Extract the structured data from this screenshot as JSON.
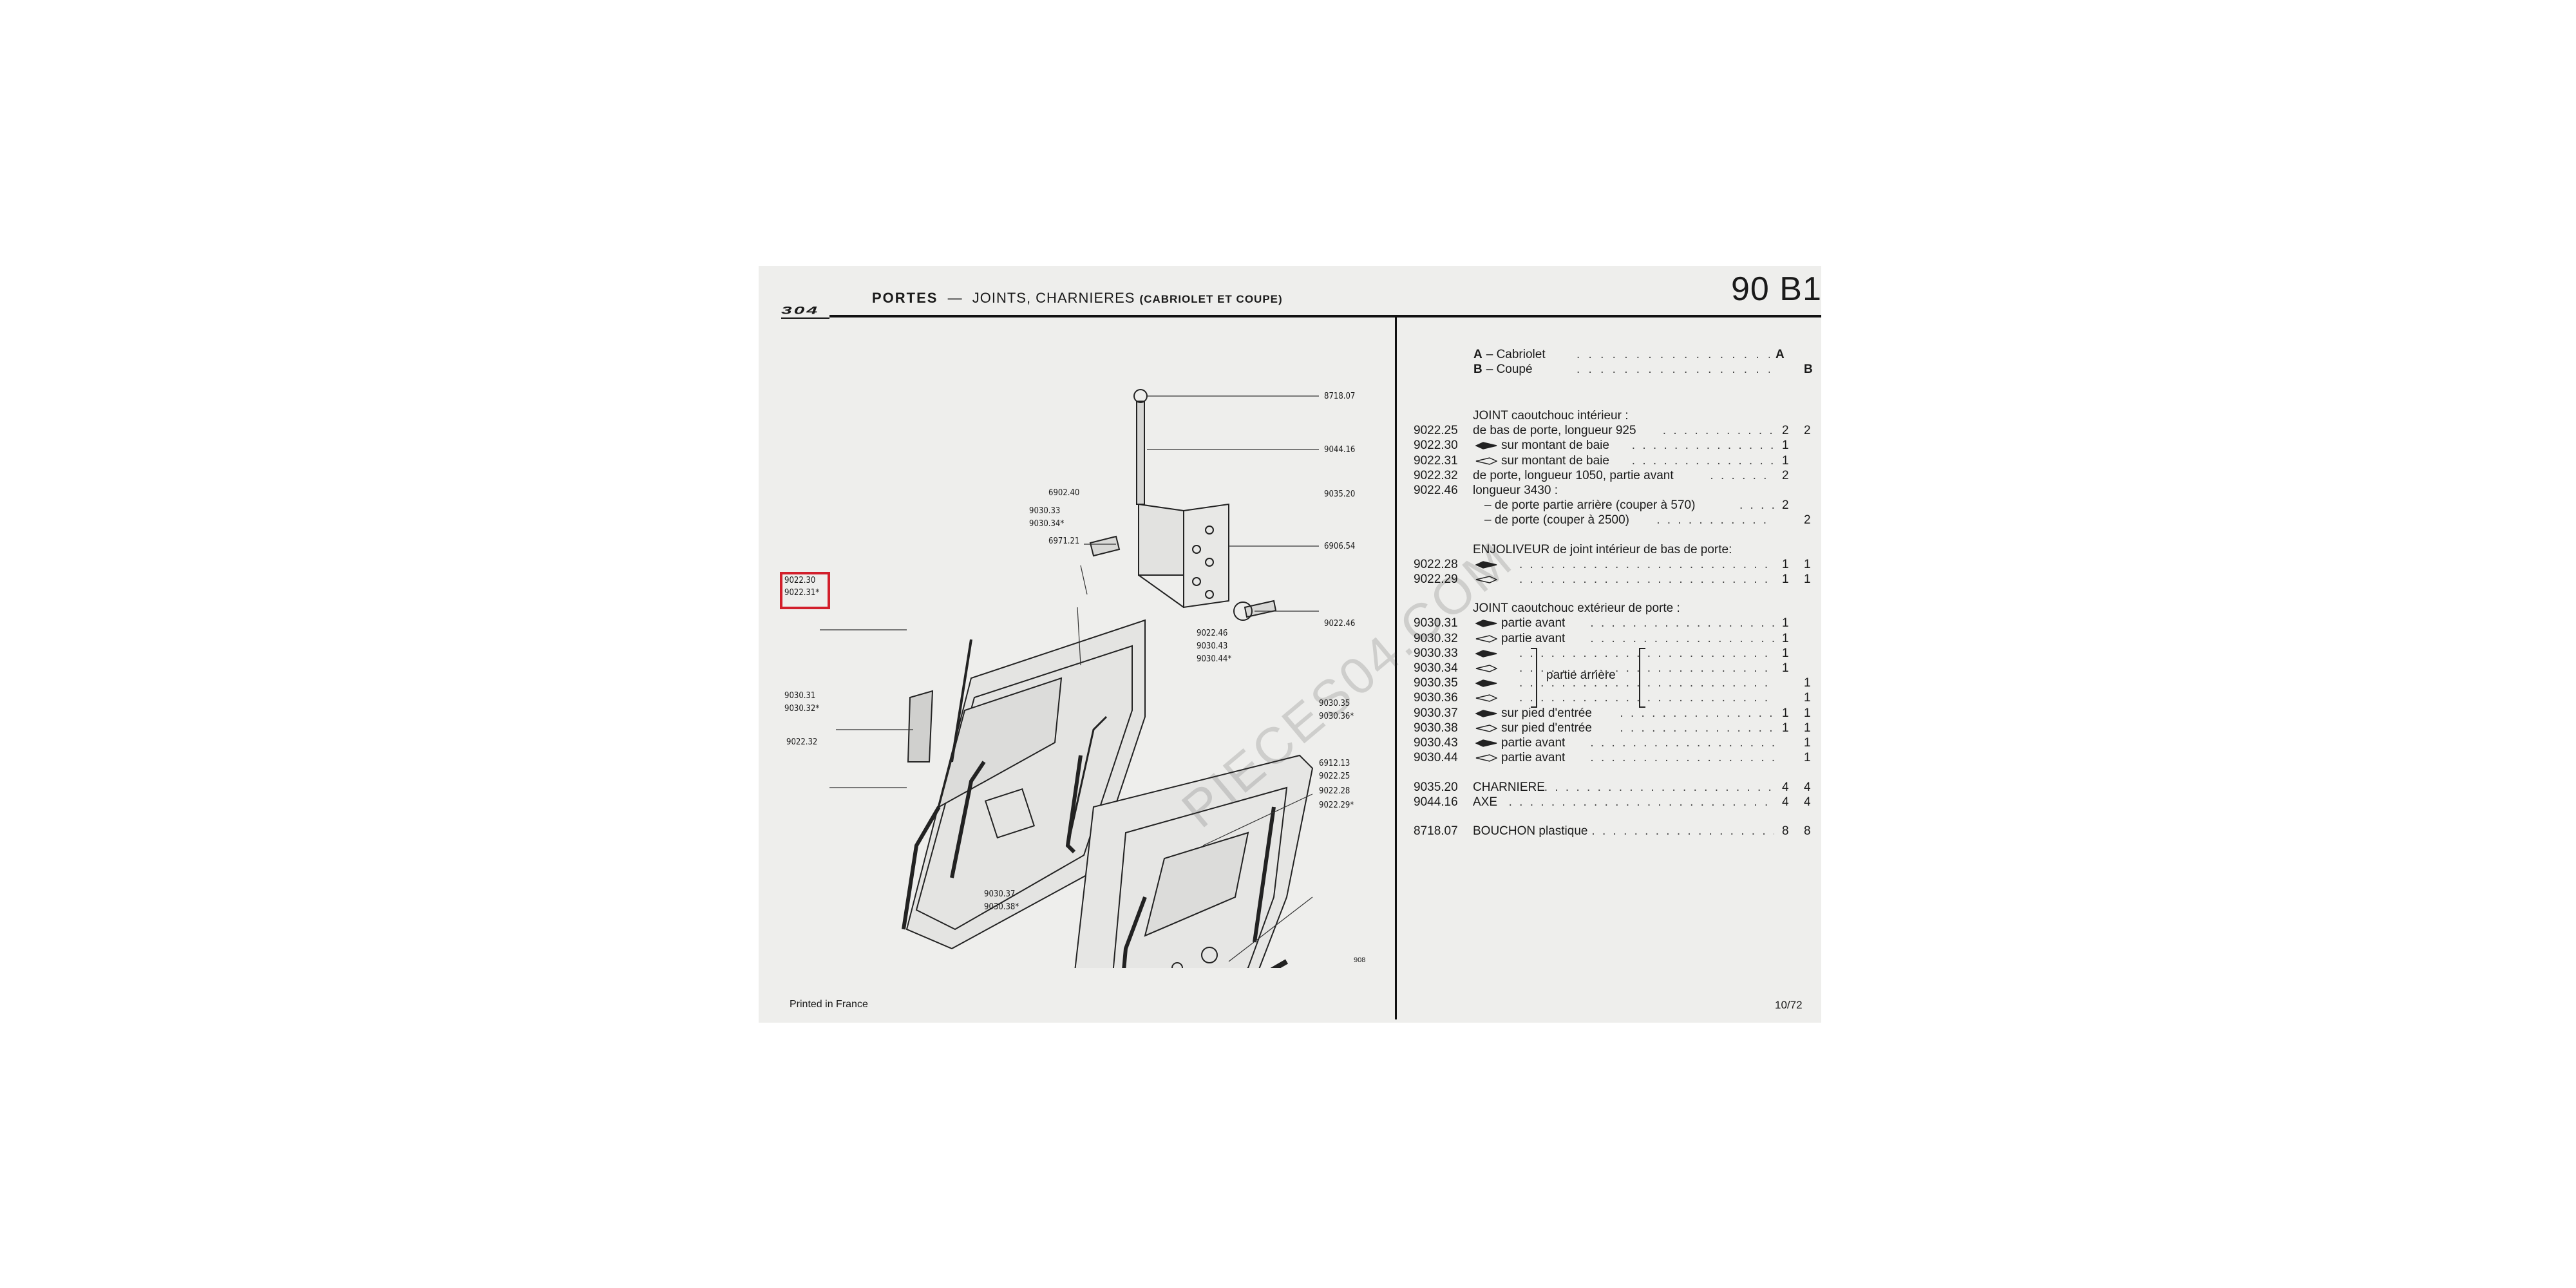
{
  "header": {
    "title_main": "PORTES",
    "title_sep": "—",
    "title_sub": "JOINTS, CHARNIERES",
    "title_paren": "(CABRIOLET ET COUPE)",
    "page_code": "90 B1",
    "model": "304"
  },
  "legend": [
    {
      "letter": "A",
      "text": "– Cabriolet",
      "mark": "A"
    },
    {
      "letter": "B",
      "text": "– Coupé",
      "mark": "B"
    }
  ],
  "groups": [
    {
      "heading": "JOINT caoutchouc intérieur :",
      "rows": [
        {
          "ref": "9022.25",
          "label": "de bas de porte, longueur 925",
          "qa": "2",
          "qb": "2"
        },
        {
          "ref": "9022.30",
          "label": "sur montant de baie",
          "arrow": "left",
          "qa": "1",
          "qb": ""
        },
        {
          "ref": "9022.31",
          "label": "sur montant de baie",
          "arrow": "right",
          "qa": "1",
          "qb": ""
        },
        {
          "ref": "9022.32",
          "label": "de porte, longueur 1050, partie avant",
          "qa": "2",
          "qb": ""
        },
        {
          "ref": "9022.46",
          "label": "longueur 3430 :",
          "qa": "",
          "qb": "",
          "nodots": true
        },
        {
          "ref": "",
          "label": "– de porte partie arrière (couper à 570)",
          "qa": "2",
          "qb": ""
        },
        {
          "ref": "",
          "label": "– de porte (couper à 2500)",
          "qa": "",
          "qb": "2"
        }
      ]
    },
    {
      "heading": "ENJOLIVEUR de joint intérieur de bas de porte:",
      "rows": [
        {
          "ref": "9022.28",
          "label": "",
          "arrow": "left",
          "qa": "1",
          "qb": "1"
        },
        {
          "ref": "9022.29",
          "label": "",
          "arrow": "right",
          "qa": "1",
          "qb": "1"
        }
      ]
    },
    {
      "heading": "JOINT caoutchouc extérieur de porte :",
      "rows": [
        {
          "ref": "9030.31",
          "label": "partie avant",
          "arrow": "left",
          "qa": "1",
          "qb": ""
        },
        {
          "ref": "9030.32",
          "label": "partie avant",
          "arrow": "right",
          "qa": "1",
          "qb": ""
        },
        {
          "ref": "9030.33",
          "label": "",
          "arrow": "left",
          "qa": "1",
          "qb": ""
        },
        {
          "ref": "9030.34",
          "label": "",
          "arrow": "right",
          "qa": "1",
          "qb": ""
        },
        {
          "ref": "9030.35",
          "label": "",
          "arrow": "left",
          "qa": "",
          "qb": "1"
        },
        {
          "ref": "9030.36",
          "label": "",
          "arrow": "right",
          "qa": "",
          "qb": "1"
        },
        {
          "ref": "9030.37",
          "label": "sur pied d'entrée",
          "arrow": "left",
          "qa": "1",
          "qb": "1"
        },
        {
          "ref": "9030.38",
          "label": "sur pied d'entrée",
          "arrow": "right",
          "qa": "1",
          "qb": "1"
        },
        {
          "ref": "9030.43",
          "label": "partie avant",
          "arrow": "left",
          "qa": "",
          "qb": "1"
        },
        {
          "ref": "9030.44",
          "label": "partie avant",
          "arrow": "right",
          "qa": "",
          "qb": "1"
        }
      ],
      "bracket_label": "partie arrière"
    },
    {
      "heading": "",
      "rows": [
        {
          "ref": "9035.20",
          "label": "CHARNIERE",
          "qa": "4",
          "qb": "4"
        },
        {
          "ref": "9044.16",
          "label": "AXE",
          "qa": "4",
          "qb": "4"
        }
      ]
    },
    {
      "heading": "",
      "rows": [
        {
          "ref": "8718.07",
          "label": "BOUCHON plastique",
          "qa": "8",
          "qb": "8"
        }
      ]
    }
  ],
  "callouts": {
    "c871807": "8718.07",
    "c904416": "9044.16",
    "c690240": "6902.40",
    "c903520": "9035.20",
    "c903033": "9030.33",
    "c903034": "9030.34*",
    "c690654": "6906.54",
    "c697121": "6971.21",
    "c902230": "9022.30",
    "c902231": "9022.31*",
    "c902246a": "9022.46",
    "c902246b": "9022.46",
    "c903043": "9030.43",
    "c903044": "9030.44*",
    "c903031": "9030.31",
    "c903032": "9030.32*",
    "c903035": "9030.35",
    "c903036": "9030.36*",
    "c902232": "9022.32",
    "c691213": "6912.13",
    "c902225": "9022.25",
    "c902228": "9022.28",
    "c902229": "9022.29*",
    "c903037": "9030.37",
    "c903038": "9030.38*"
  },
  "figure_number": "908",
  "watermark": "PIECES04.COM",
  "footer": {
    "left": "Printed in France",
    "right": "10/72"
  },
  "highlight_color": "#d21f2b"
}
